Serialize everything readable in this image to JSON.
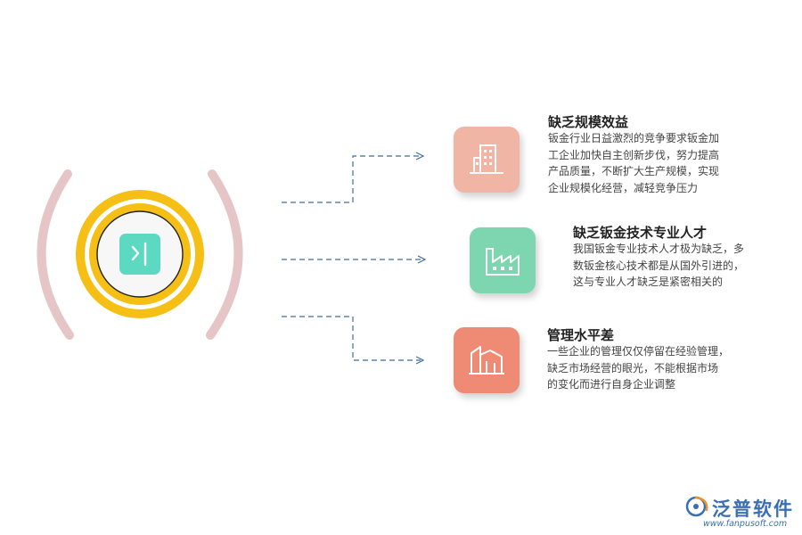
{
  "items": [
    {
      "title": "缺乏规模效益",
      "lines": [
        "钣金行业日益激烈的竞争要求钣金加",
        "工企业加快自主创新步伐，努力提高",
        "产品质量，不断扩大生产规模，实现",
        "企业规模化经营，减轻竞争压力"
      ],
      "icon": "building-icon",
      "color": "#f0b5a5"
    },
    {
      "title": "缺乏钣金技术专业人才",
      "lines": [
        "我国钣金专业技术人才极为缺乏，多",
        "数钣金核心技术都是从国外引进的，",
        "这与专业人才缺乏是紧密相关的"
      ],
      "icon": "factory-icon",
      "color": "#7dd6b0"
    },
    {
      "title": "管理水平差",
      "lines": [
        "一些企业的管理仅仅停留在经验管理，",
        "缺乏市场经营的眼光，不能根据市场",
        "的变化而进行自身企业调整"
      ],
      "icon": "warehouse-icon",
      "color": "#ef8a74"
    }
  ],
  "center_icon": "sidebar-toggle-icon",
  "logo": {
    "name": "泛普软件",
    "url": "www.fanpusoft.com"
  },
  "colors": {
    "ring_gold": "#f5bf16",
    "bracket": "#e6c5c6",
    "arrow": "#3e6e9c",
    "inner": "#5cd9c0"
  }
}
